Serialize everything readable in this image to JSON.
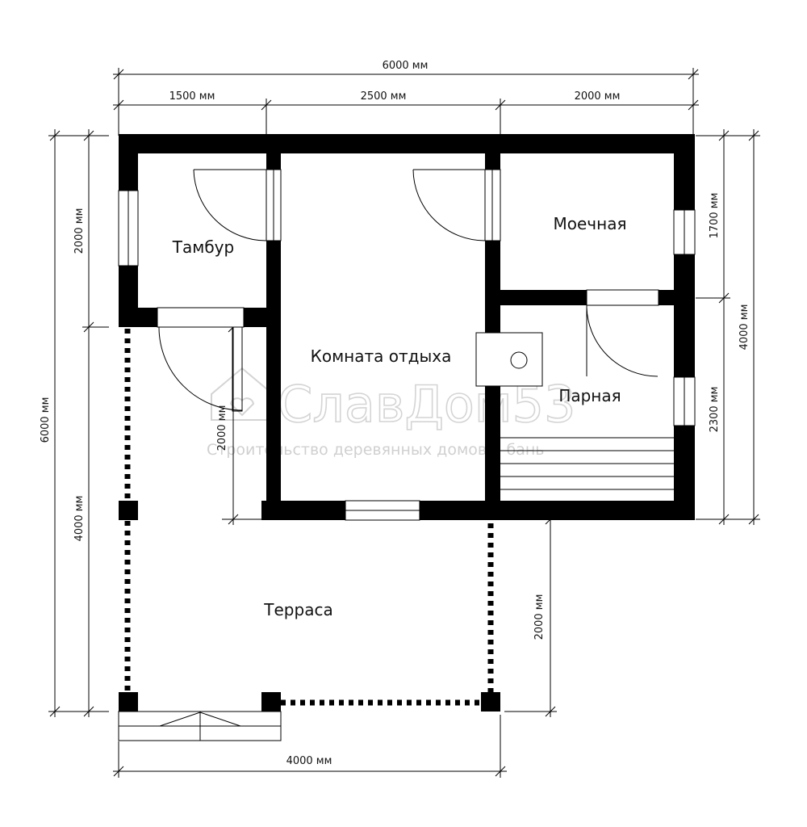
{
  "dimensions": {
    "top_total": "6000 мм",
    "top_left": "1500 мм",
    "top_mid": "2500 мм",
    "top_right": "2000 мм",
    "left_total": "6000 мм",
    "left_upper": "2000 мм",
    "left_lower": "4000 мм",
    "inner_vestibule": "2000 мм",
    "right_total": "4000 мм",
    "right_upper": "1700 мм",
    "right_lower": "2300 мм",
    "terrace_side": "2000 мм",
    "bottom": "4000 мм"
  },
  "rooms": {
    "vestibule": "Тамбур",
    "lounge": "Комната отдыха",
    "washroom": "Моечная",
    "steam_room": "Парная",
    "terrace": "Терраса"
  },
  "watermark": {
    "brand": "СлавДом53",
    "tagline": "Строительство деревянных домов и бань"
  }
}
